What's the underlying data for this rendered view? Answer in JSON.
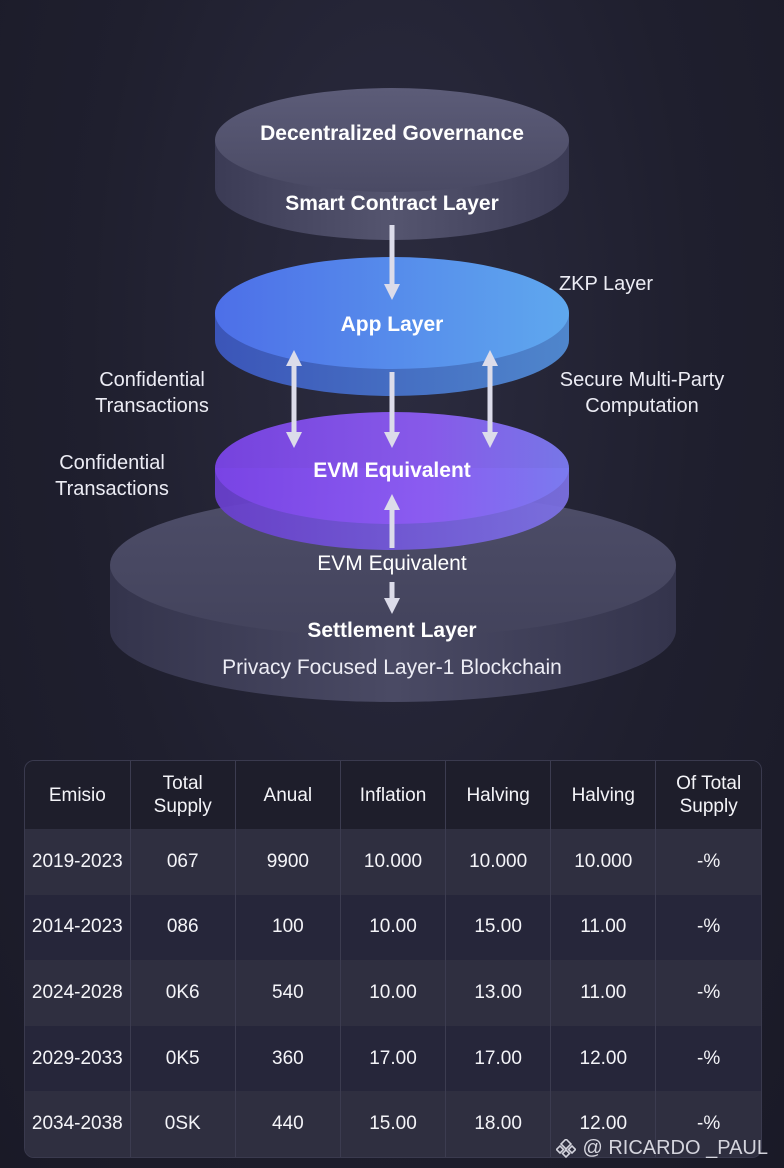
{
  "diagram": {
    "top_layer": {
      "title": "Decentralized Governance",
      "subtitle": "Smart Contract Layer"
    },
    "app_layer": {
      "label": "App Layer"
    },
    "zkp_label": "ZKP Layer",
    "left_label_upper": [
      "Confidential",
      "Transactions"
    ],
    "right_label": [
      "Secure Multi-Party",
      "Computation"
    ],
    "left_label_lower": [
      "Confidential",
      "Transactions"
    ],
    "evm_layer": {
      "label": "EVM Equivalent"
    },
    "base_layer": {
      "label_evm": "EVM Equivalent",
      "label_settlement": "Settlement Layer",
      "label_privacy": "Privacy Focused Layer-1 Blockchain"
    },
    "colors": {
      "top_disc": "#4a4a66",
      "app_disc": "#5b8ff0",
      "evm_disc": "#8a5cf0",
      "base_disc": "#3e3e58",
      "arrow": "#dcdcea"
    }
  },
  "table": {
    "headers": [
      "Emisio",
      "Total Supply",
      "Anual",
      "Inflation",
      "Halving",
      "Halving",
      "Of Total Supply"
    ],
    "rows": [
      [
        "2019-2023",
        "067",
        "9900",
        "10.000",
        "10.000",
        "10.000",
        "-%"
      ],
      [
        "2014-2023",
        "086",
        "100",
        "10.00",
        "15.00",
        "11.00",
        "-%"
      ],
      [
        "2024-2028",
        "0K6",
        "540",
        "10.00",
        "13.00",
        "11.00",
        "-%"
      ],
      [
        "2029-2033",
        "0K5",
        "360",
        "17.00",
        "17.00",
        "12.00",
        "-%"
      ],
      [
        "2034-2038",
        "0SK",
        "440",
        "15.00",
        "18.00",
        "12.00",
        "-%"
      ]
    ]
  },
  "watermark": {
    "text": "@ RICARDO _PAUL",
    "icon": "diamond-logo-icon"
  }
}
